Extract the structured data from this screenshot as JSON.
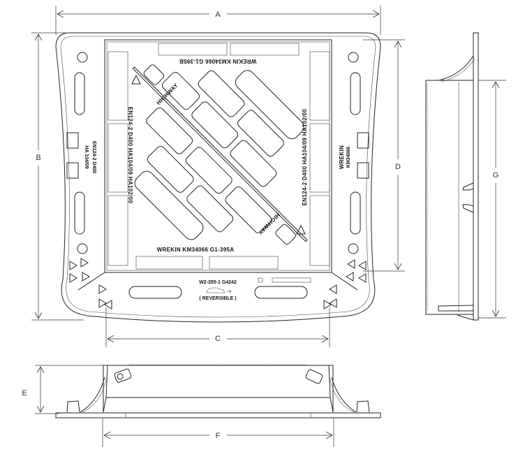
{
  "dimensions": {
    "A": "A",
    "B": "B",
    "C": "C",
    "D": "D",
    "E": "E",
    "F": "F",
    "G": "G"
  },
  "cover_markings": {
    "top_ref": "WREKIN KM34066 G1-395B",
    "bottom_ref": "WREKIN KM34066 G1-395A",
    "left_standard": "EN124-2 D400 HA104/09 HA102/00",
    "right_standard": "EN124-2 D400 HA104/09 HA102/00",
    "highway_1": "HIGHWAY",
    "highway_2": "HIGHWAY"
  },
  "frame_markings": {
    "left_line1": "EN124-2 D400",
    "left_line2": "HA 104/09",
    "right_brand": "WREKIN",
    "right_code": "KM34066",
    "bottom_code": "W2-355-1 G4242",
    "reversible": "( REVERSIBLE )"
  }
}
